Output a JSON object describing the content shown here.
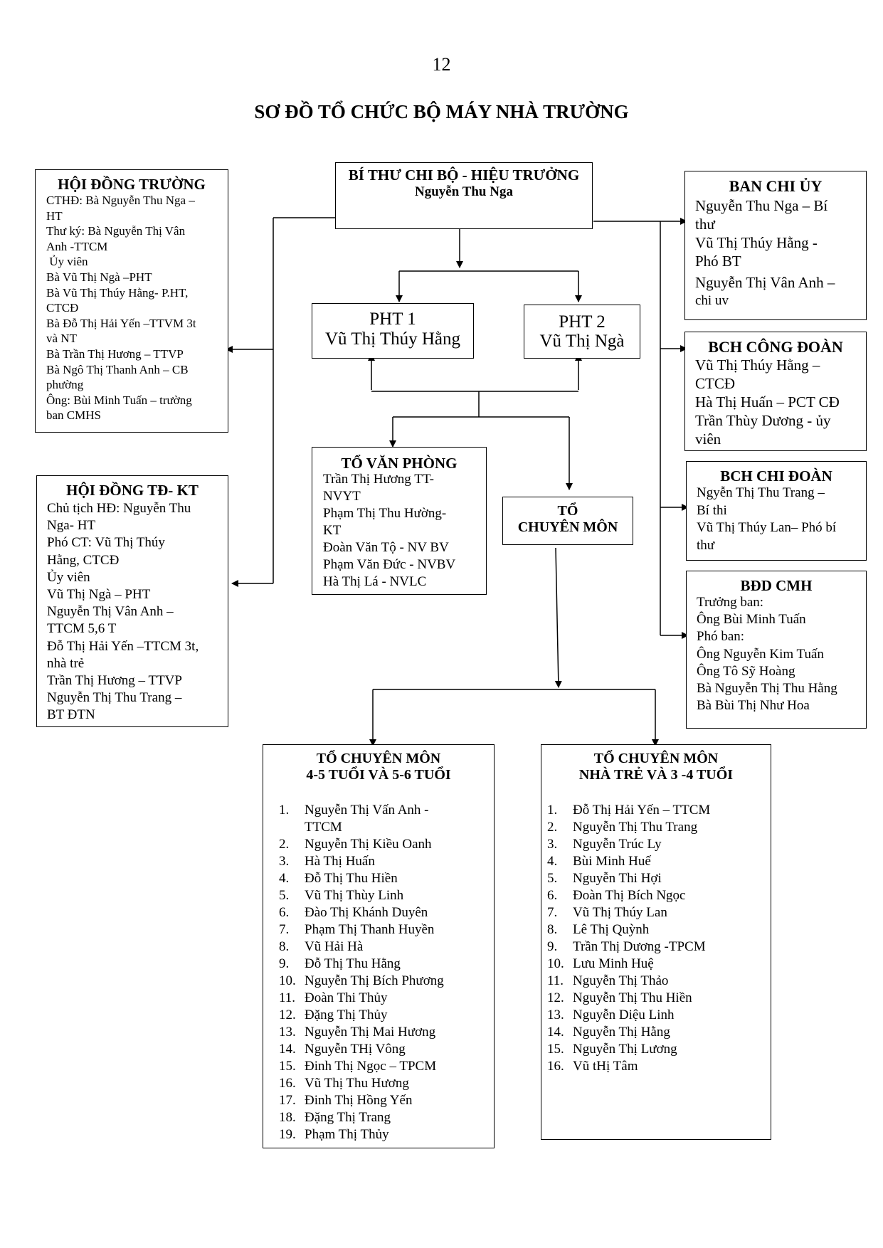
{
  "page_number": "12",
  "title": "SƠ ĐỒ TỔ CHỨC BỘ MÁY NHÀ TRƯỜNG",
  "principal": {
    "title": "BÍ THƯ CHI BỘ - HIỆU TRƯỞNG",
    "name": "Nguyễn Thu Nga"
  },
  "school_council": {
    "title": "HỘI ĐỒNG TRƯỜNG",
    "lines": [
      "CTHĐ: Bà Nguyễn Thu Nga –",
      "HT",
      "Thư ký: Bà Nguyễn Thị Vân",
      "Anh -TTCM",
      " Ủy viên",
      "Bà Vũ Thị Ngà –PHT",
      "Bà Vũ Thị Thúy Hằng- P.HT,",
      "CTCĐ",
      "Bà Đỗ Thị Hải Yến –TTVM 3t",
      "và NT",
      "Bà Trần Thị Hương – TTVP",
      "Bà Ngô Thị Thanh Anh – CB",
      "phường",
      "Ông: Bùi Minh Tuấn – trường",
      "ban CMHS"
    ]
  },
  "emulation_council": {
    "title": "HỘI ĐỒNG TĐ- KT",
    "lines": [
      "Chủ tịch HĐ: Nguyễn Thu",
      "Nga- HT",
      "Phó CT: Vũ Thị Thúy",
      "Hằng, CTCĐ",
      "Ủy viên",
      "Vũ Thị Ngà – PHT",
      "Nguyễn Thị Vân Anh –",
      "TTCM 5,6 T",
      "Đỗ Thị Hải Yến –TTCM 3t,",
      "nhà trẻ",
      "Trần Thị Hương – TTVP",
      "Nguyễn Thị Thu Trang –",
      "BT ĐTN"
    ]
  },
  "vice_principal_1": {
    "label": "PHT 1",
    "name": "Vũ Thị Thúy Hằng"
  },
  "vice_principal_2": {
    "label": "PHT 2",
    "name": "Vũ Thị Ngà"
  },
  "office_team": {
    "title": "TỔ VĂN PHÒNG",
    "lines": [
      "Trần Thị Hương TT-",
      "NVYT",
      "Phạm Thị Thu Hường-",
      "KT",
      "Đoàn Văn Tộ - NV BV",
      "Phạm Văn Đức - NVBV",
      "Hà Thị Lá - NVLC"
    ]
  },
  "professional_team": {
    "line1": "TỔ",
    "line2": "CHUYÊN MÔN"
  },
  "party_committee": {
    "title": "BAN CHI ỦY",
    "lines": [
      "Nguyễn Thu Nga – Bí",
      "thư",
      "Vũ Thị Thúy Hằng -",
      "Phó BT",
      "Nguyễn Thị Vân Anh –",
      "chi uv"
    ]
  },
  "trade_union": {
    "title": "BCH CÔNG ĐOÀN",
    "lines": [
      "Vũ Thị Thúy Hằng –",
      "CTCĐ",
      "Hà Thị Huấn – PCT CĐ",
      "Trần Thùy Dương - ủy",
      "viên"
    ]
  },
  "youth_union": {
    "title": "BCH CHI ĐOÀN",
    "lines": [
      "Ngyễn Thị Thu Trang –",
      "Bí thi",
      "Vũ Thị Thúy Lan– Phó bí",
      "thư"
    ]
  },
  "parents_board": {
    "title": "BĐD CMH",
    "lines": [
      "Trưởng ban:",
      "Ông Bùi Minh Tuấn",
      "Phó ban:",
      "Ông Nguyễn Kim Tuấn",
      "Ông Tô Sỹ Hoàng",
      "Bà Nguyễn Thị Thu Hằng",
      "Bà Bùi Thị Như Hoa"
    ]
  },
  "team_4_6": {
    "title1": "TỔ CHUYÊN MÔN",
    "title2": "4-5 TUỔI VÀ 5-6 TUỔI",
    "items": [
      {
        "n": "1.",
        "lines": [
          "Nguyễn Thị Vấn Anh -",
          "TTCM"
        ]
      },
      {
        "n": "2.",
        "lines": [
          "Nguyễn Thị Kiều Oanh"
        ]
      },
      {
        "n": "3.",
        "lines": [
          "Hà Thị Huấn"
        ]
      },
      {
        "n": "4.",
        "lines": [
          "Đỗ Thị Thu Hiền"
        ]
      },
      {
        "n": "5.",
        "lines": [
          "Vũ Thị Thùy Linh"
        ]
      },
      {
        "n": "6.",
        "lines": [
          "Đào Thị Khánh Duyên"
        ]
      },
      {
        "n": "7.",
        "lines": [
          "Phạm Thị Thanh Huyền"
        ]
      },
      {
        "n": "8.",
        "lines": [
          "Vũ Hải Hà"
        ]
      },
      {
        "n": "9.",
        "lines": [
          "Đỗ Thị Thu Hằng"
        ]
      },
      {
        "n": "10.",
        "lines": [
          "Nguyễn Thị Bích Phương"
        ]
      },
      {
        "n": "11.",
        "lines": [
          "Đoàn Thi Thủy"
        ]
      },
      {
        "n": "12.",
        "lines": [
          "Đặng Thị Thủy"
        ]
      },
      {
        "n": "13.",
        "lines": [
          "Nguyễn Thị Mai Hương"
        ]
      },
      {
        "n": "14.",
        "lines": [
          "Nguyễn THị Vông"
        ]
      },
      {
        "n": "15.",
        "lines": [
          "Đinh Thị Ngọc – TPCM"
        ]
      },
      {
        "n": "16.",
        "lines": [
          "Vũ Thị Thu Hương"
        ]
      },
      {
        "n": "17.",
        "lines": [
          "Đinh Thị Hồng Yến"
        ]
      },
      {
        "n": "18.",
        "lines": [
          "Đặng Thị Trang"
        ]
      },
      {
        "n": "19.",
        "lines": [
          "Phạm Thị Thủy"
        ]
      }
    ]
  },
  "team_nursery": {
    "title1": "TỔ CHUYÊN MÔN",
    "title2": "NHÀ TRẺ VÀ 3 -4 TUỔI",
    "items": [
      {
        "n": "1.",
        "lines": [
          "Đỗ Thị Hải Yến – TTCM"
        ]
      },
      {
        "n": "2.",
        "lines": [
          "Nguyễn Thị Thu Trang"
        ]
      },
      {
        "n": "3.",
        "lines": [
          "Nguyễn Trúc Ly"
        ]
      },
      {
        "n": "4.",
        "lines": [
          "Bùi Minh Huế"
        ]
      },
      {
        "n": "5.",
        "lines": [
          "Nguyễn Thi Hợi"
        ]
      },
      {
        "n": "6.",
        "lines": [
          "Đoàn Thị Bích Ngọc"
        ]
      },
      {
        "n": "7.",
        "lines": [
          "Vũ Thị Thúy Lan"
        ]
      },
      {
        "n": "8.",
        "lines": [
          "Lê Thị Quỳnh"
        ]
      },
      {
        "n": "9.",
        "lines": [
          "Trần Thị Dương -TPCM"
        ]
      },
      {
        "n": "10.",
        "lines": [
          "Lưu Minh Huệ"
        ]
      },
      {
        "n": "11.",
        "lines": [
          "Nguyễn Thị Thảo"
        ]
      },
      {
        "n": "12.",
        "lines": [
          "Nguyễn Thị Thu Hiền"
        ]
      },
      {
        "n": "13.",
        "lines": [
          "Nguyễn Diệu Linh"
        ]
      },
      {
        "n": "14.",
        "lines": [
          "Nguyễn Thị Hằng"
        ]
      },
      {
        "n": "15.",
        "lines": [
          "Nguyễn Thị Lương"
        ]
      },
      {
        "n": "16.",
        "lines": [
          "Vũ tHị Tâm"
        ]
      }
    ]
  }
}
